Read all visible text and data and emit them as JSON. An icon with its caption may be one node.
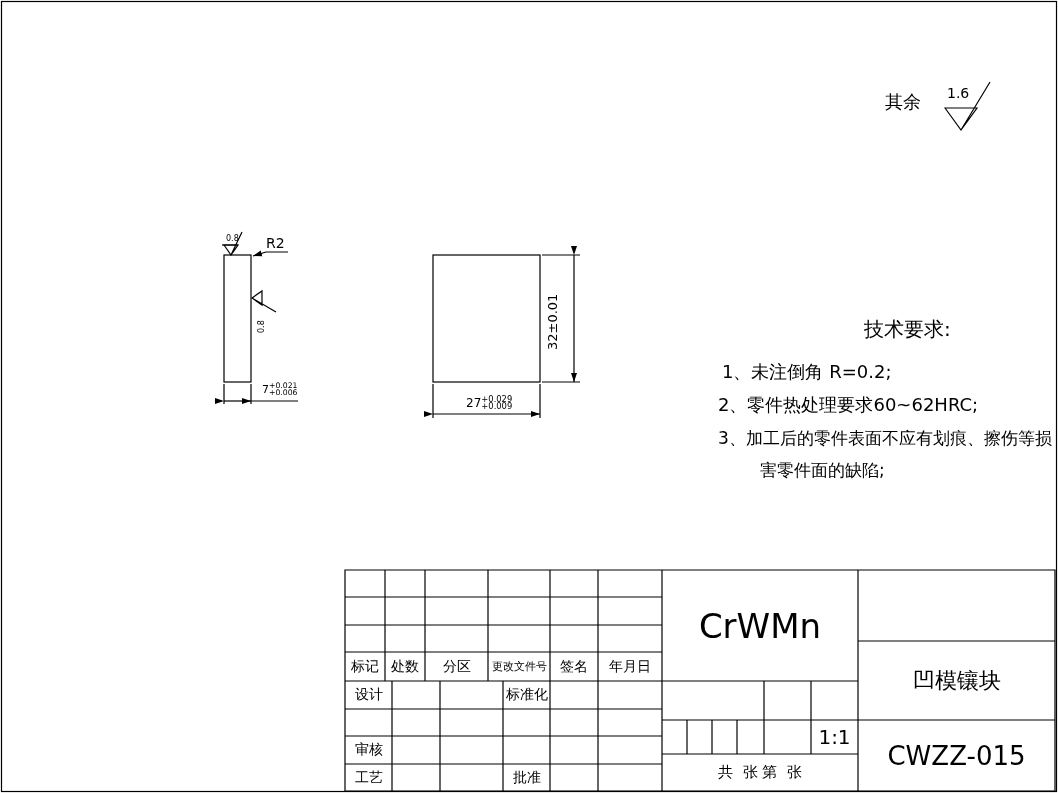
{
  "diagram": {
    "labels": [
      "其余",
      "1.6",
      "0.8",
      "R2",
      "0.8",
      "7$^{+0.021}$$_{+0.006}$",
      "27$^{+0.029}$$_{+0.009}$",
      "32±0.01",
      "技术要求:",
      "1、未注倒角  R=0.2;",
      "2、零件热处理要求60~62HRC;",
      "3、加工后的零件表面不应有划痕、擦伤等损害零件面的缺陷;",
      "标记",
      "处数",
      "分区",
      "更改文件号",
      "签名",
      "年月日",
      "设计",
      "标准化",
      "审核",
      "工艺",
      "批准",
      "CrWMn",
      "凹模镶块",
      "1:1",
      "共  张 第  张",
      "CWZZ-015"
    ]
  }
}
